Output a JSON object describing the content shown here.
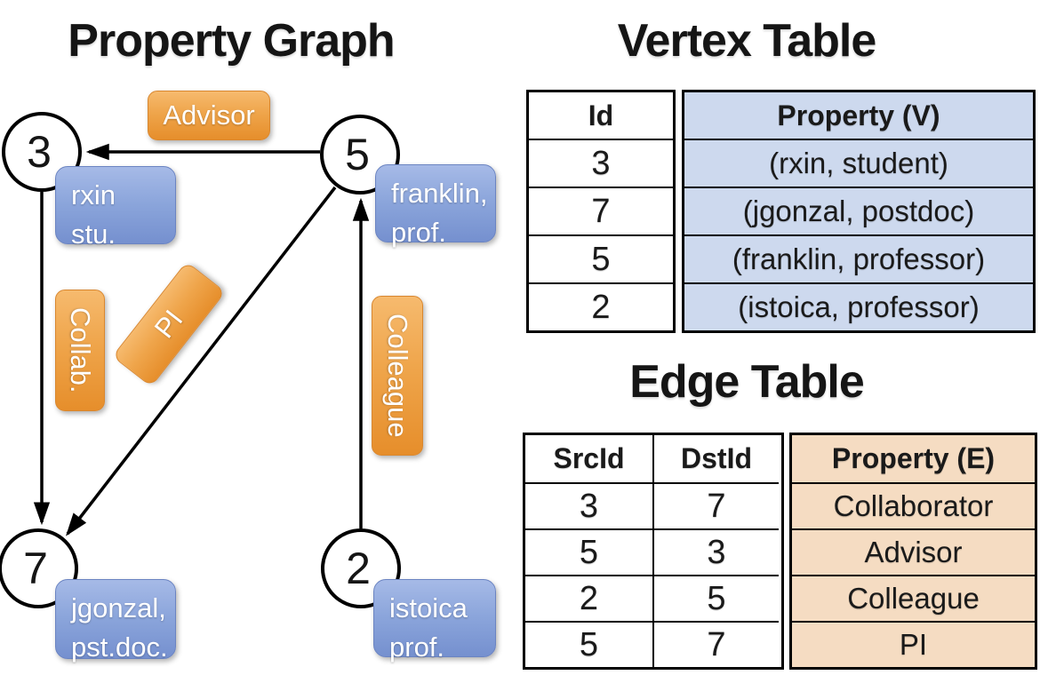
{
  "graph": {
    "title": "Property Graph",
    "nodes": [
      {
        "id": "3",
        "line1": "rxin",
        "line2": "stu."
      },
      {
        "id": "5",
        "line1": "franklin,",
        "line2": "prof."
      },
      {
        "id": "7",
        "line1": "jgonzal,",
        "line2": "pst.doc."
      },
      {
        "id": "2",
        "line1": "istoica",
        "line2": "prof."
      }
    ],
    "edges": [
      {
        "src": "5",
        "dst": "3",
        "label": "Advisor"
      },
      {
        "src": "3",
        "dst": "7",
        "label": "Collab."
      },
      {
        "src": "5",
        "dst": "7",
        "label": "PI"
      },
      {
        "src": "2",
        "dst": "5",
        "label": "Colleague"
      }
    ]
  },
  "vertex_table": {
    "title": "Vertex Table",
    "columns": [
      "Id",
      "Property (V)"
    ],
    "rows": [
      [
        "3",
        "(rxin, student)"
      ],
      [
        "7",
        "(jgonzal, postdoc)"
      ],
      [
        "5",
        "(franklin, professor)"
      ],
      [
        "2",
        "(istoica, professor)"
      ]
    ]
  },
  "edge_table": {
    "title": "Edge Table",
    "columns": [
      "SrcId",
      "DstId",
      "Property (E)"
    ],
    "rows": [
      [
        "3",
        "7",
        "Collaborator"
      ],
      [
        "5",
        "3",
        "Advisor"
      ],
      [
        "2",
        "5",
        "Colleague"
      ],
      [
        "5",
        "7",
        "PI"
      ]
    ]
  },
  "colors": {
    "edge_label_orange": "#e8932e",
    "vertex_card_blue": "#7d98d3",
    "vertex_table_cell_bg": "#cdd9ee",
    "edge_table_cell_bg": "#f5dcc2",
    "line_black": "#000000"
  }
}
